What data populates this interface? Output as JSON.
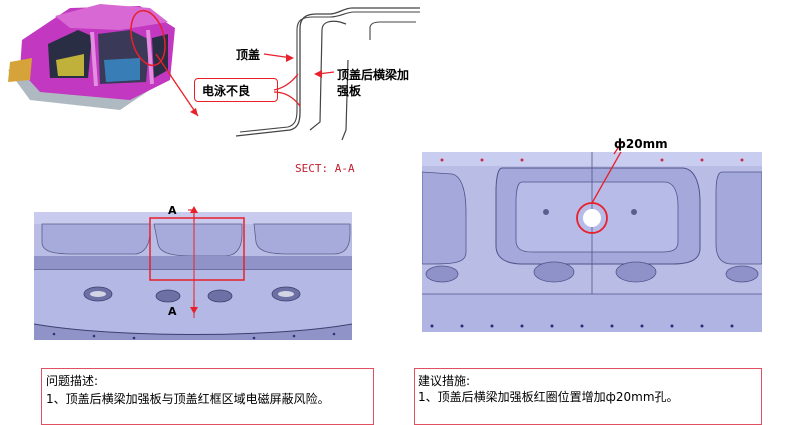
{
  "section": {
    "label_roof": "顶盖",
    "label_reinforcement_1": "顶盖后横梁加",
    "label_reinforcement_2": "强板",
    "label_defect": "电泳不良",
    "caption": "SECT: A-A"
  },
  "rear_view": {
    "marker_top": "A",
    "marker_bottom": "A"
  },
  "detail_view": {
    "hole_label": "ф20mm"
  },
  "problem": {
    "title": "问题描述:",
    "text": "1、顶盖后横梁加强板与顶盖红框区域电磁屏蔽风险。"
  },
  "suggestion": {
    "title": "建议措施:",
    "text": "1、顶盖后横梁加强板红圈位置增加ф20mm孔。"
  },
  "colors": {
    "accent_red": "#e8202a",
    "box_border": "#e05060",
    "panel_blue": "#b9bde6",
    "body_magenta": "#c238c0"
  }
}
